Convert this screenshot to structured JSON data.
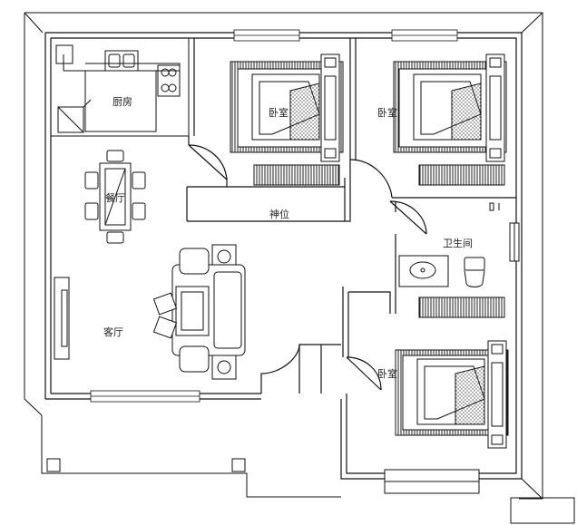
{
  "rooms": {
    "kitchen": "厨房",
    "bedroom_1": "卧室",
    "bedroom_2": "卧室",
    "bedroom_3": "卧室",
    "shrine": "神位",
    "bathroom": "卫生间",
    "dining": "餐厅",
    "living": "客厅"
  },
  "colors": {
    "line": "#111111",
    "wall_fill": "#ffffff",
    "hatch": "#555555"
  }
}
